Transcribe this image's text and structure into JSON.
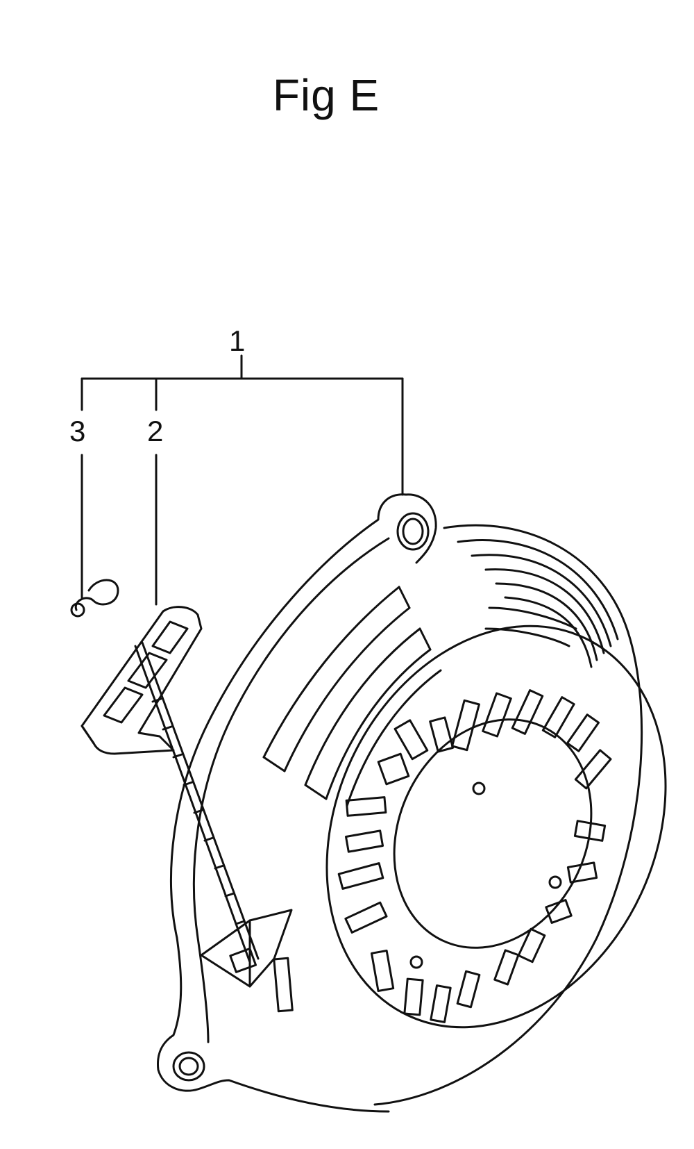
{
  "figure": {
    "title": "Fig E"
  },
  "callouts": {
    "assembly": "1",
    "handle": "2",
    "knot": "3"
  },
  "colors": {
    "line": "#111111",
    "background": "#ffffff"
  }
}
